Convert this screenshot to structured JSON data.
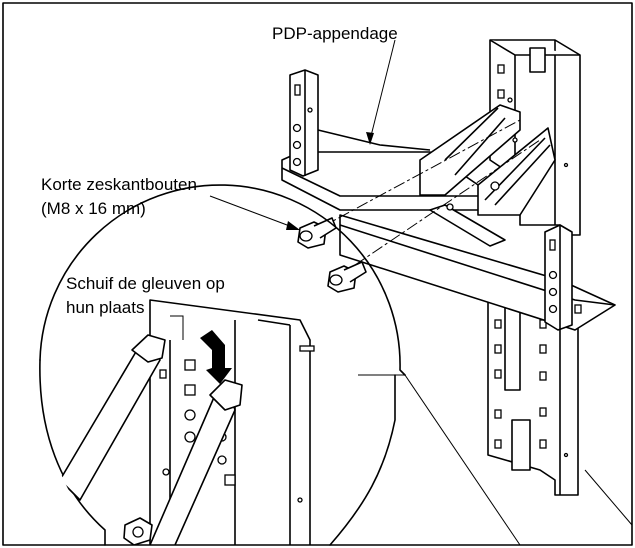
{
  "labels": {
    "pdp_attachment": "PDP-appendage",
    "bolts_line1": "Korte zeskantbouten",
    "bolts_line2": "(M8 x 16 mm)",
    "slide_line1": "Schuif de gleuven op",
    "slide_line2": "hun plaats"
  }
}
